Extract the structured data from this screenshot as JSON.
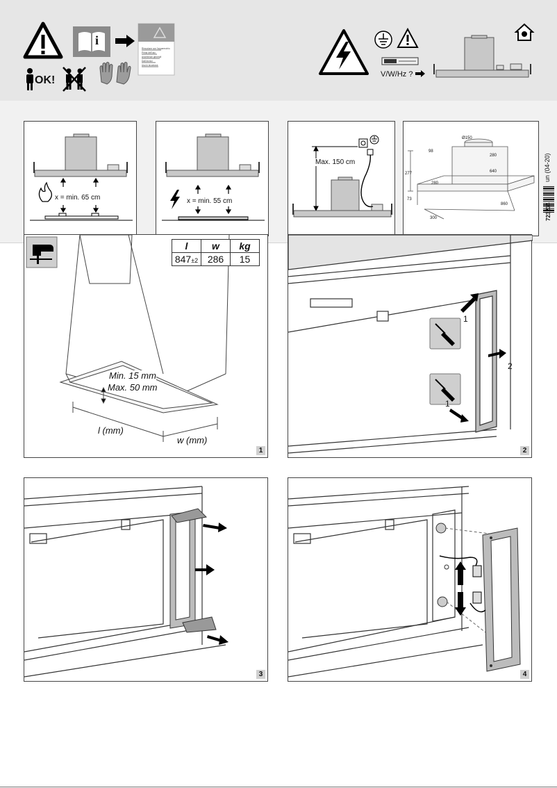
{
  "header": {
    "ok_label": "OK!",
    "voltage_label": "V/W/Hz ?",
    "info_glyph": "i",
    "leaflet_lines": [
      "Rimozione con l'apparecchio",
      "Prima dell'uso",
      "Avvertenze generali",
      "Dati tecnici",
      "Uso in sicurezza"
    ]
  },
  "distance_panels": {
    "gas_distance": "x = min. 65 cm",
    "electric_distance": "x = min. 55 cm",
    "cable_length": "Max. 150 cm"
  },
  "dimension_drawing": {
    "labels": [
      "Ø150",
      "98",
      "280",
      "640",
      "277",
      "73",
      "280",
      "860",
      "300"
    ]
  },
  "document_code": {
    "revision": "un (04-20)",
    "number": "723234"
  },
  "step1": {
    "min_label": "Min. 15 mm",
    "max_label": "Max. 50 mm",
    "length_label": "l (mm)",
    "width_label": "w (mm)",
    "table": {
      "headers": [
        "l",
        "w",
        "kg"
      ],
      "row": [
        "847",
        "286",
        "15"
      ],
      "tolerance": "±2"
    },
    "number": "1"
  },
  "step2": {
    "callout_a": "1",
    "callout_b": "2",
    "callout_c": "1",
    "number": "2"
  },
  "step3": {
    "number": "3"
  },
  "step4": {
    "number": "4"
  },
  "colors": {
    "header_band": "#e6e6e6",
    "panel_border": "#444444",
    "hood_grey": "#c8c8c8"
  },
  "icons": [
    "warning-triangle-icon",
    "manual-info-icon",
    "arrow-right-icon",
    "person-ok-icon",
    "two-persons-crossed-icon",
    "gloves-icon",
    "electric-shock-icon",
    "ground-symbol-icon",
    "warning-small-icon",
    "rating-plate-icon",
    "house-icon",
    "flame-icon",
    "lightning-icon",
    "socket-icon",
    "screwdriver-icon"
  ]
}
